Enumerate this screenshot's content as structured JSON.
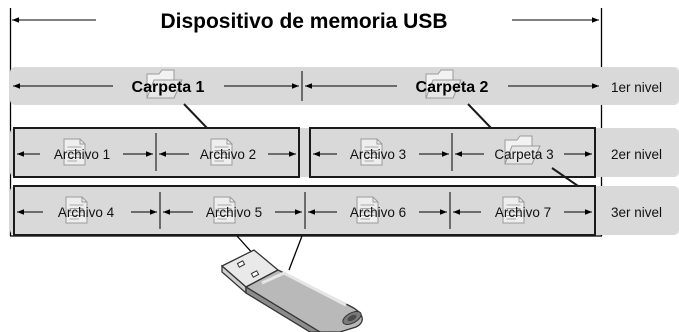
{
  "title": "Dispositivo de memoria USB",
  "levels": [
    "1er nivel",
    "2er nivel",
    "3er nivel"
  ],
  "level1": {
    "folders": [
      "Carpeta 1",
      "Carpeta 2"
    ]
  },
  "level2": {
    "items": [
      "Archivo 1",
      "Archivo 2",
      "Archivo 3",
      "Carpeta 3"
    ]
  },
  "level3": {
    "items": [
      "Archivo 4",
      "Archivo 5",
      "Archivo 6",
      "Archivo 7"
    ]
  },
  "icons": {
    "folder": "folder-icon",
    "file": "file-icon",
    "usb": "usb-drive-icon"
  },
  "colors": {
    "band": "#d9d9d9",
    "box_stroke": "#1a1a1a",
    "line": "#000000",
    "icon_fill": "#eeeeee",
    "icon_stroke": "#9a9a9a"
  }
}
